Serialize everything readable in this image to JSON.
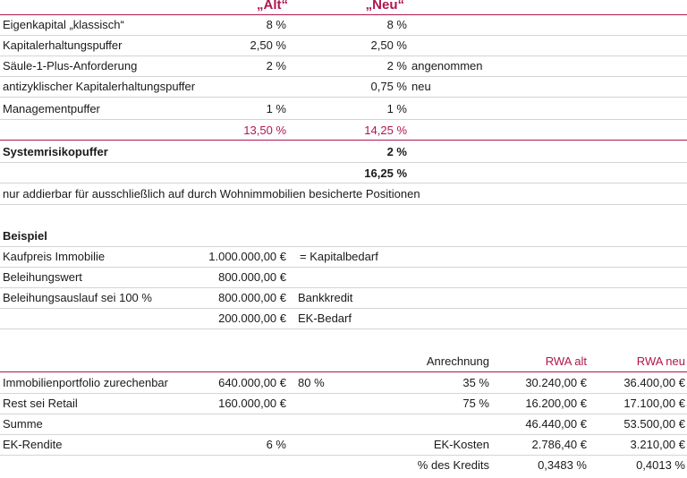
{
  "table1": {
    "header": {
      "alt": "„Alt“",
      "neu": "„Neu“"
    },
    "rows": [
      {
        "label": "Eigenkapital „klassisch“",
        "alt": "8 %",
        "neu": "8 %",
        "note": ""
      },
      {
        "label": "Kapitalerhaltungspuffer",
        "alt": "2,50 %",
        "neu": "2,50 %",
        "note": ""
      },
      {
        "label": "Säule-1-Plus-Anforderung",
        "alt": "2 %",
        "neu": "2 %",
        "note": "angenommen"
      },
      {
        "label": "antizyklischer Kapitalerhaltungspuffer",
        "alt": "",
        "neu": "0,75 %",
        "note": "neu"
      },
      {
        "label": "Managementpuffer",
        "alt": "1 %",
        "neu": "1 %",
        "note": ""
      }
    ],
    "subtotal": {
      "alt": "13,50 %",
      "neu": "14,25 %"
    },
    "systemrisiko": {
      "label": "Systemrisikopuffer",
      "neu": "2 %"
    },
    "total": {
      "neu": "16,25 %"
    },
    "footnote": "nur addierbar für ausschließlich auf durch Wohnimmobilien besicherte Positionen"
  },
  "beispiel": {
    "title": "Beispiel",
    "rows": [
      {
        "label": "Kaufpreis Immobilie",
        "value": "1.000.000,00 €",
        "note": "= Kapitalbedarf"
      },
      {
        "label": "Beleihungswert",
        "value": "800.000,00 €",
        "note": ""
      },
      {
        "label": "Beleihungsauslauf sei 100 %",
        "value": "800.000,00 €",
        "note": "Bankkredit"
      },
      {
        "label": "",
        "value": "200.000,00 €",
        "note": "EK-Bedarf"
      }
    ]
  },
  "table2": {
    "header": {
      "anrechnung": "Anrechnung",
      "rwa_alt": "RWA alt",
      "rwa_neu": "RWA neu"
    },
    "rows": [
      {
        "label": "Immobilienportfolio zurechenbar",
        "value": "640.000,00 €",
        "pct": "80 %",
        "anr": "35 %",
        "alt": "30.240,00 €",
        "neu": "36.400,00 €"
      },
      {
        "label": "Rest sei Retail",
        "value": "160.000,00 €",
        "pct": "",
        "anr": "75 %",
        "alt": "16.200,00 €",
        "neu": "17.100,00 €"
      },
      {
        "label": "Summe",
        "value": "",
        "pct": "",
        "anr": "",
        "alt": "46.440,00 €",
        "neu": "53.500,00 €"
      },
      {
        "label": "EK-Rendite",
        "value": "6 %",
        "pct": "",
        "anr": "EK-Kosten",
        "alt": "2.786,40 €",
        "neu": "3.210,00 €"
      },
      {
        "label": "",
        "value": "",
        "pct": "",
        "anr": "% des Kredits",
        "alt": "0,3483 %",
        "neu": "0,4013 %"
      }
    ]
  },
  "colors": {
    "accent": "#b0154f",
    "rule": "#d4d4d4",
    "text": "#1a1a1a"
  }
}
